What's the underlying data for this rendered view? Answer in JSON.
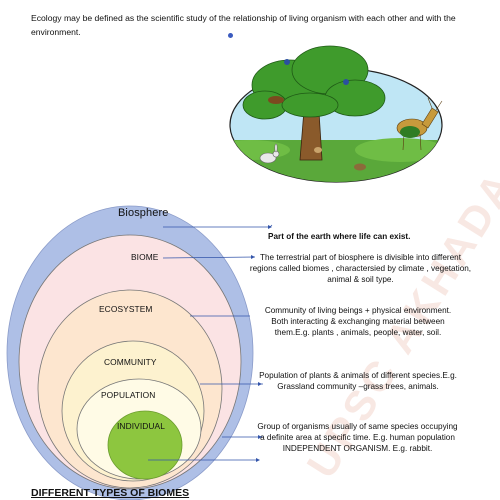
{
  "intro_text": "Ecology may be defined as the scientific study of the relationship of living organism with each other and with the environment.",
  "levels": {
    "biosphere": "Biosphere",
    "biome": "BIOME",
    "ecosystem": "ECOSYSTEM",
    "community": "COMMUNITY",
    "population": "POPULATION",
    "individual": "INDIVIDUAL"
  },
  "descriptions": {
    "biosphere": "Part of the earth where life can exist.",
    "biome": "The terrestrial part of biosphere is divisible into different regions called biomes , charactersied by climate , vegetation, animal & soil type.",
    "ecosystem": "Community of living beings + physical environment. Both interacting & exchanging material between them.E.g. plants , animals, people, water, soil.",
    "community": "Population of plants & animals of different species.E.g. Grassland community –grass trees, animals.",
    "population": "Group of organisms usually of same species occupying a definite area at specific time. E.g. human population INDEPENDENT ORGANISM. E.g. rabbit."
  },
  "watermark": "UPSC AKHADA",
  "footer_heading": "DIFFERENT TYPES OF BIOMES",
  "colors": {
    "biosphere": "#aebfe6",
    "biome": "#fbe3e4",
    "ecosystem": "#fde6cf",
    "community": "#fdf2cf",
    "population": "#fffbe6",
    "individual": "#8dc63f",
    "leader": "#3355aa"
  }
}
